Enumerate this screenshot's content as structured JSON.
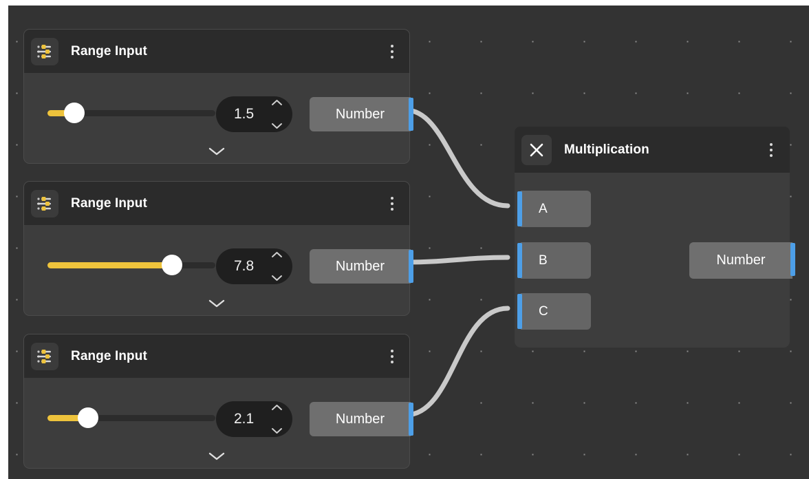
{
  "canvas": {
    "background_color": "#333333",
    "grid_dot_color": "#8e8e8e",
    "wire_color": "#c9c9c9",
    "port_color": "#4d9fe8",
    "accent_color": "#eec33c"
  },
  "nodes": [
    {
      "id": "range-input-1",
      "title": "Range Input",
      "icon": "sliders-icon",
      "menu_icon": "kebab-menu-icon",
      "value": "1.5",
      "slider_percent": 16,
      "output_port_label": "Number",
      "expander_icon": "chevron-down-icon"
    },
    {
      "id": "range-input-2",
      "title": "Range Input",
      "icon": "sliders-icon",
      "menu_icon": "kebab-menu-icon",
      "value": "7.8",
      "slider_percent": 74,
      "output_port_label": "Number",
      "expander_icon": "chevron-down-icon"
    },
    {
      "id": "range-input-3",
      "title": "Range Input",
      "icon": "sliders-icon",
      "menu_icon": "kebab-menu-icon",
      "value": "2.1",
      "slider_percent": 24,
      "output_port_label": "Number",
      "expander_icon": "chevron-down-icon"
    }
  ],
  "multiplication": {
    "title": "Multiplication",
    "close_icon": "close-x-icon",
    "menu_icon": "kebab-menu-icon",
    "inputs": [
      {
        "label": "A"
      },
      {
        "label": "B"
      },
      {
        "label": "C"
      }
    ],
    "output": {
      "label": "Number"
    }
  },
  "connections": [
    {
      "from": "range-input-1.Number",
      "to": "multiplication.A"
    },
    {
      "from": "range-input-2.Number",
      "to": "multiplication.B"
    },
    {
      "from": "range-input-3.Number",
      "to": "multiplication.C"
    }
  ]
}
